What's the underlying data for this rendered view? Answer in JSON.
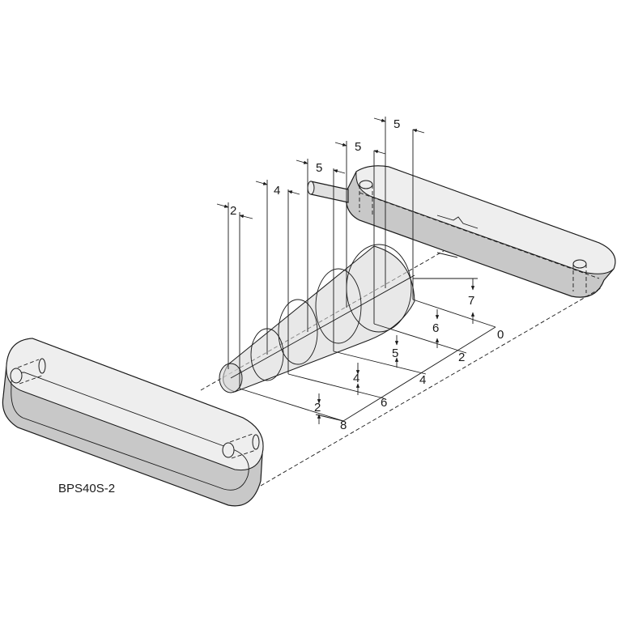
{
  "caption": "BPS40S-2",
  "top_dimensions": [
    "2",
    "4",
    "5",
    "5",
    "5"
  ],
  "vertical_dimensions": [
    "2",
    "4",
    "5",
    "6",
    "7"
  ],
  "axis_values": [
    "0",
    "2",
    "4",
    "6",
    "8"
  ],
  "colors": {
    "line": "#1a1a1a",
    "body": "#e0e0e0",
    "face": "#eeeeee",
    "cone": "#d5d5d5"
  }
}
